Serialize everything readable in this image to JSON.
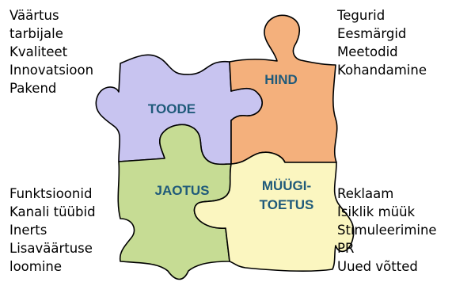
{
  "pieces": {
    "toode": {
      "label": "TOODE",
      "fill": "#c8c4f0"
    },
    "hind": {
      "label": "HIND",
      "fill": "#f4b07c"
    },
    "jaotus": {
      "label": "JAOTUS",
      "fill": "#c6dc94"
    },
    "myygitoetus": {
      "label_line1": "MÜÜGI-",
      "label_line2": "TOETUS",
      "fill": "#fbf6c0"
    }
  },
  "label_color": "#1f5a7a",
  "lists": {
    "toode": [
      "Väärtus",
      "tarbijale",
      "Kvaliteet",
      "Innovatsioon",
      "Pakend"
    ],
    "hind": [
      "Tegurid",
      "Eesmärgid",
      "Meetodid",
      "Kohandamine"
    ],
    "jaotus": [
      "Funktsioonid",
      "Kanali tüübid",
      "Inerts",
      "Lisaväärtuse",
      "loomine"
    ],
    "myygitoetus": [
      "Reklaam",
      "Isiklik müük",
      "Stimuleerimine",
      "PR",
      "Uued võtted"
    ]
  }
}
